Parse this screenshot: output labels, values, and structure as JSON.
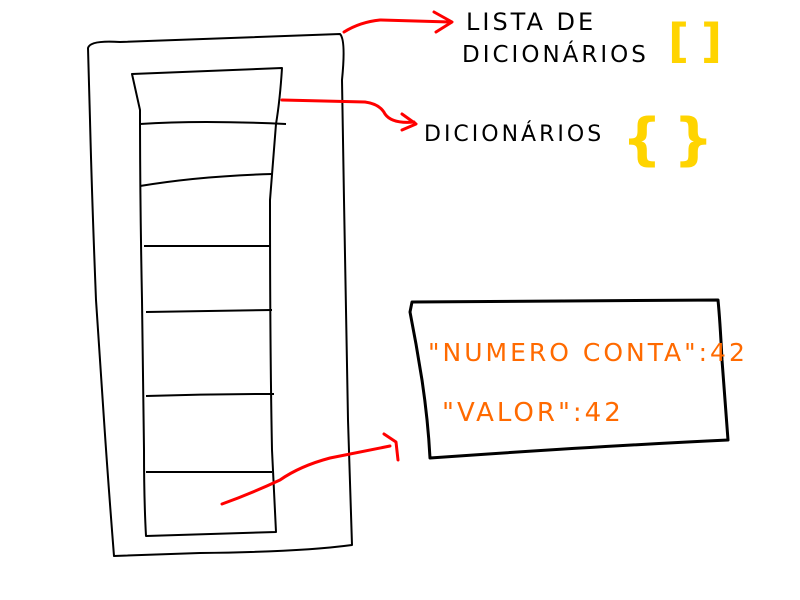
{
  "labels": {
    "lista_line1": "LISTA DE",
    "lista_line2": "DICIONÁRIOS",
    "dicionarios": "DICIONÁRIOS"
  },
  "symbols": {
    "list_brackets": "[ ]",
    "dict_braces": "{ }"
  },
  "dictionary_box": {
    "line1": "\"NUMERO CONTA\":42",
    "line2": "\"VALOR\":42"
  },
  "colors": {
    "stroke": "#000000",
    "arrow": "#ff0000",
    "bracket": "#ffd400",
    "dict_text": "#ff6a00"
  }
}
